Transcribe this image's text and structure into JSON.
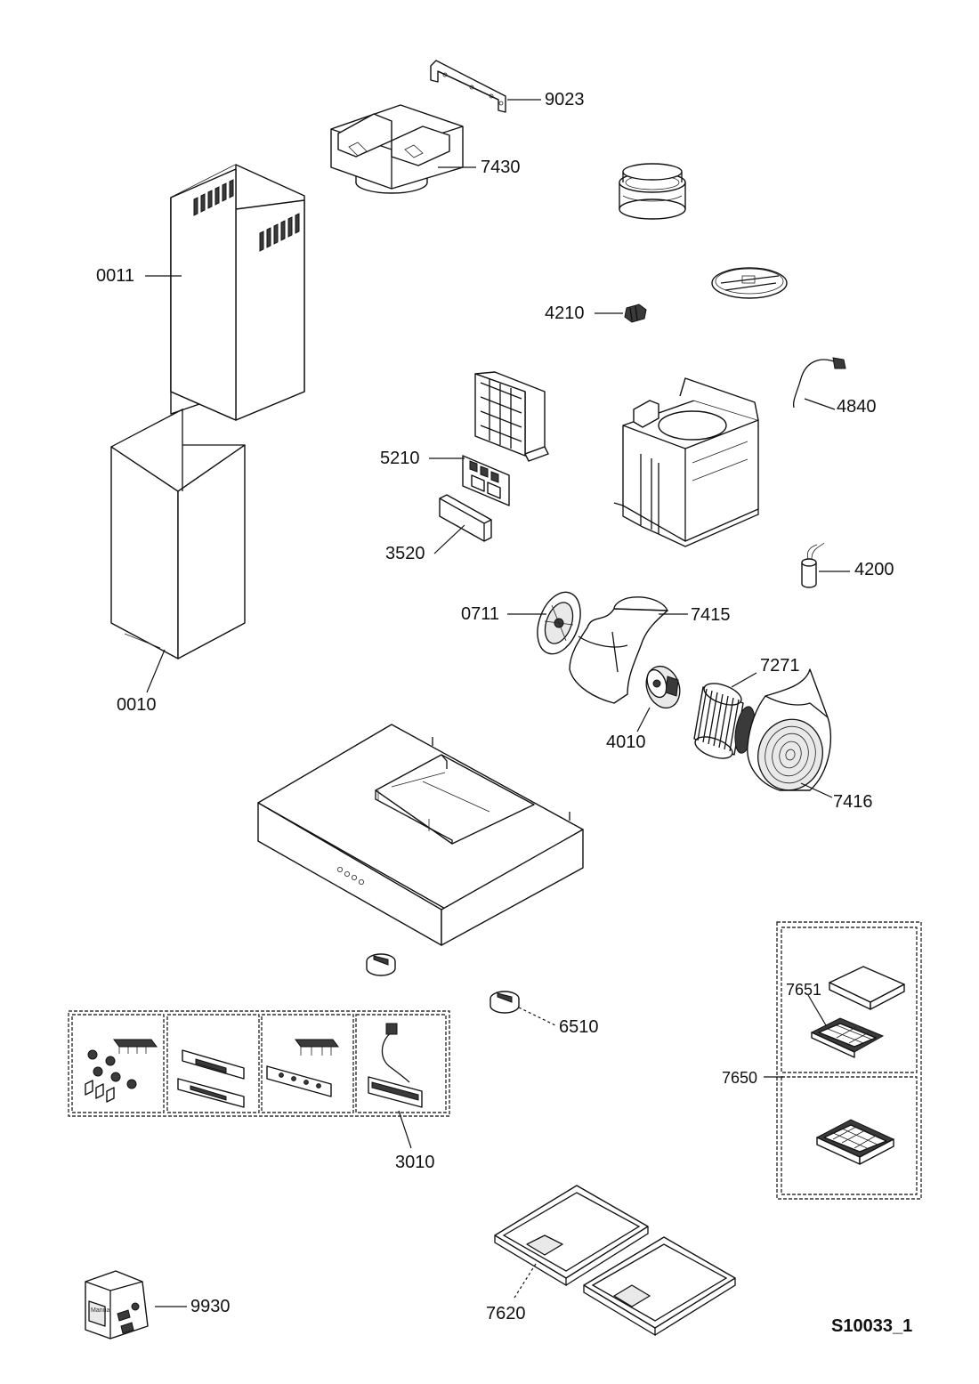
{
  "labels": {
    "p9023": "9023",
    "p7430": "7430",
    "p0011": "0011",
    "p4210": "4210",
    "p4840": "4840",
    "p5210": "5210",
    "p3520": "3520",
    "p4200": "4200",
    "p0711": "0711",
    "p7415": "7415",
    "p7271": "7271",
    "p4010": "4010",
    "p0010": "0010",
    "p7416": "7416",
    "p7651": "7651",
    "p6510": "6510",
    "p7650": "7650",
    "p3010": "3010",
    "p9930": "9930",
    "p7620": "7620"
  },
  "drawing_code": "S10033_1",
  "manual_bag_text": "Manual",
  "colors": {
    "line": "#111111",
    "background": "#ffffff",
    "dark_fill": "#3a3a3a",
    "light_fill": "#e9e9e9"
  }
}
